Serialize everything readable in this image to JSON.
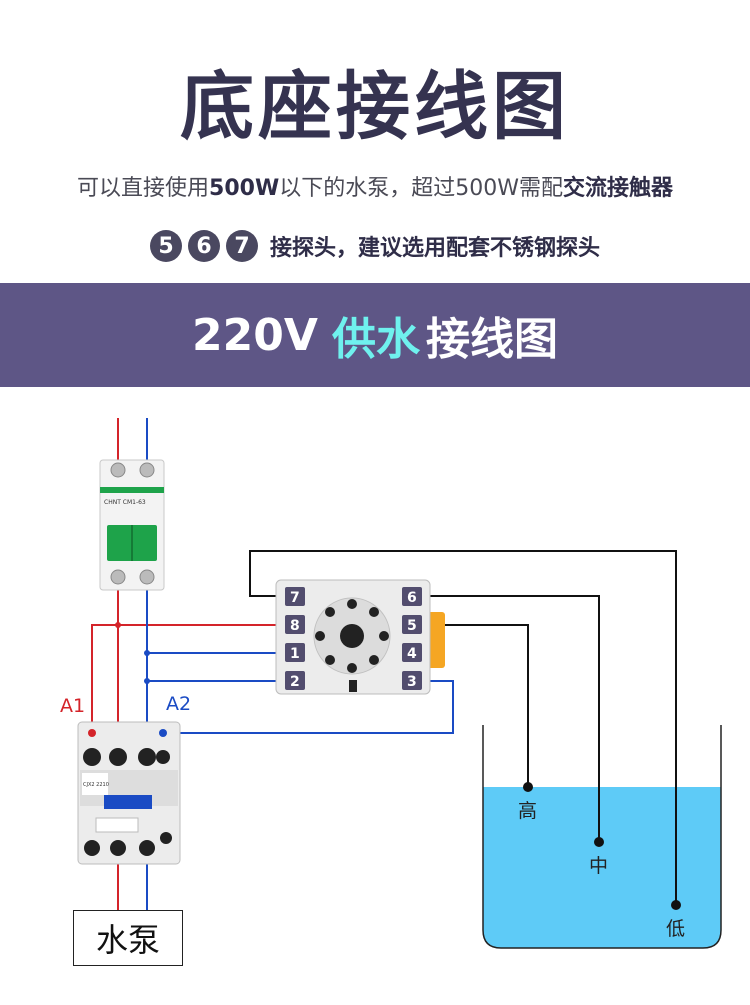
{
  "header": {
    "title": "底座接线图",
    "subtitle_part1": "可以直接使用",
    "subtitle_bold1": "500W",
    "subtitle_part2": "以下的水泵，超过500W需配",
    "subtitle_bold2": "交流接触器",
    "probe_numbers": [
      "5",
      "6",
      "7"
    ],
    "probe_text": "接探头，建议选用配套不锈钢探头"
  },
  "banner": {
    "voltage": "220V",
    "highlight": "供水",
    "suffix": "接线图"
  },
  "diagram": {
    "breaker_label": "CHNT CM1-63",
    "contactor_label": "CJX2 2210",
    "socket_pins_left": [
      "7",
      "8",
      "1",
      "2"
    ],
    "socket_pins_right": [
      "6",
      "5",
      "4",
      "3"
    ],
    "a1_label": "A1",
    "a2_label": "A2",
    "pump_label": "水泵",
    "levels": {
      "high": "高",
      "mid": "中",
      "low": "低"
    },
    "colors": {
      "live": "#d4242a",
      "neutral": "#1a4bc4",
      "probe": "#111111",
      "water": "#5ecbf7",
      "breaker_green": "#1ea34a",
      "socket_orange": "#f5a623"
    }
  }
}
